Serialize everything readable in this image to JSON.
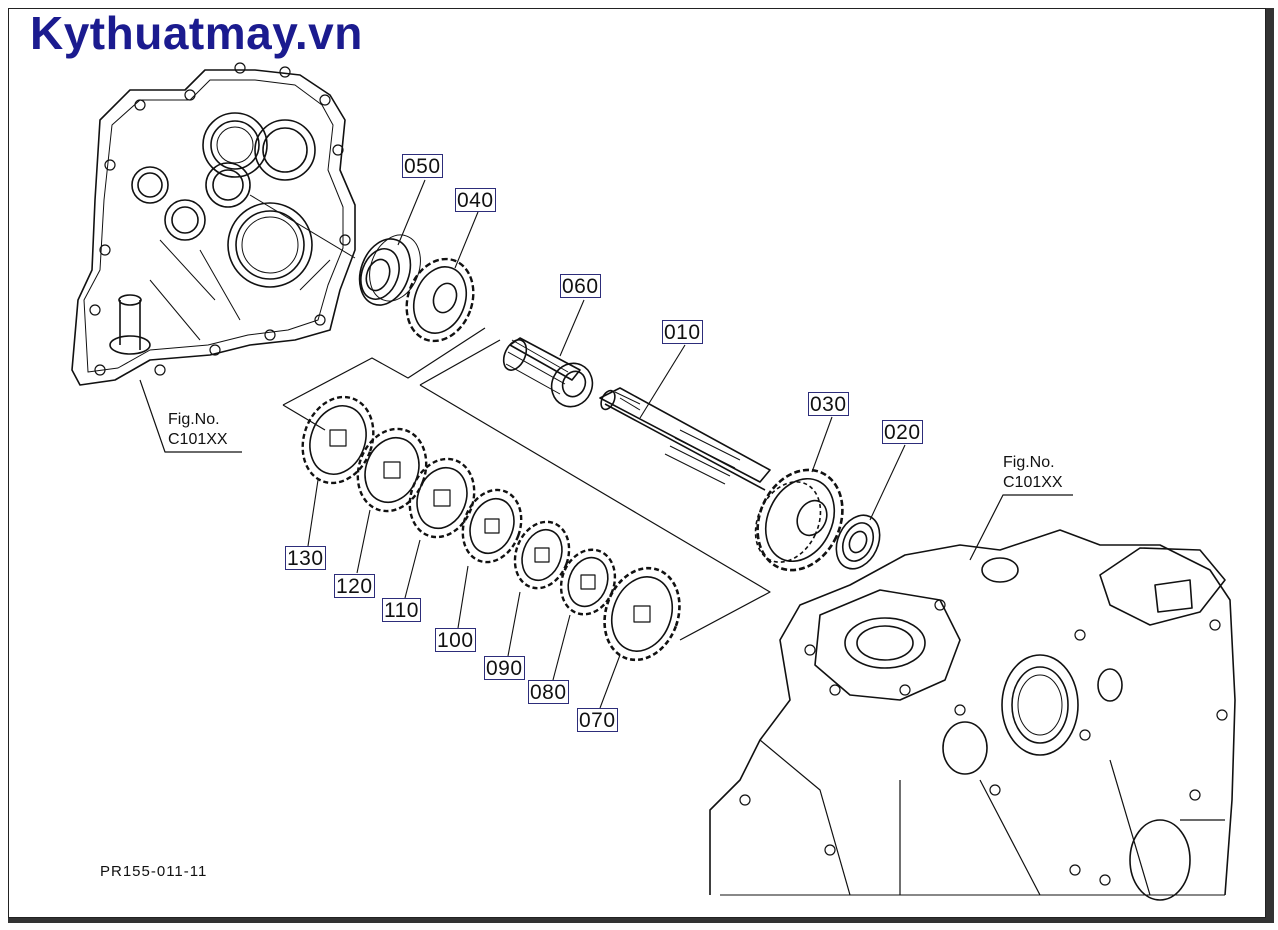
{
  "watermark": "Kythuatmay.vn",
  "diagram_code": "PR155-011-11",
  "figure_refs": [
    {
      "fig": "Fig.No.",
      "code": "C101XX"
    },
    {
      "fig": "Fig.No.",
      "code": "C101XX"
    }
  ],
  "callouts": [
    "050",
    "040",
    "060",
    "010",
    "030",
    "020",
    "130",
    "120",
    "110",
    "100",
    "090",
    "080",
    "070"
  ],
  "colors": {
    "watermark": "#1b1b8f",
    "callout_border": "#2d2d7a",
    "line": "#111111"
  }
}
